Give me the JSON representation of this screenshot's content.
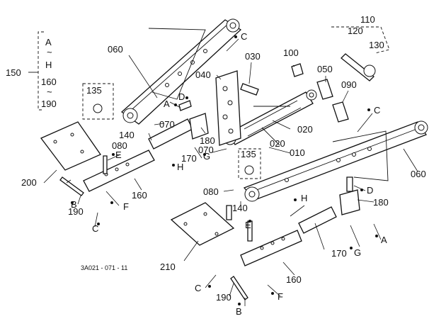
{
  "diagram": {
    "drawing_code": "3A021 - 071 - 11",
    "range_group": {
      "number": "150",
      "items": [
        "A",
        "~",
        "H",
        "160",
        "~",
        "190"
      ]
    },
    "part_numbers": {
      "p010": "010",
      "p020a": "020",
      "p020b": "020",
      "p030": "030",
      "p040": "040",
      "p050": "050",
      "p060a": "060",
      "p060b": "060",
      "p070a": "070",
      "p070b": "070",
      "p080a": "080",
      "p080b": "080",
      "p090": "090",
      "p100": "100",
      "p110": "110",
      "p120": "120",
      "p130": "130",
      "p135a": "135",
      "p135b": "135",
      "p140a": "140",
      "p140b": "140",
      "p160a": "160",
      "p160b": "160",
      "p170a": "170",
      "p170b": "170",
      "p180a": "180",
      "p180b": "180",
      "p190a": "190",
      "p190b": "190",
      "p200": "200",
      "p210": "210"
    },
    "letter_refs": {
      "a1": "A",
      "a2": "A",
      "b1": "B",
      "b2": "B",
      "c1": "C",
      "c2": "C",
      "c3": "C",
      "c4": "C",
      "d1": "D",
      "d2": "D",
      "e1": "E",
      "e2": "E",
      "f1": "F",
      "f2": "F",
      "g1": "G",
      "g2": "G",
      "h1": "H",
      "h2": "H"
    }
  }
}
